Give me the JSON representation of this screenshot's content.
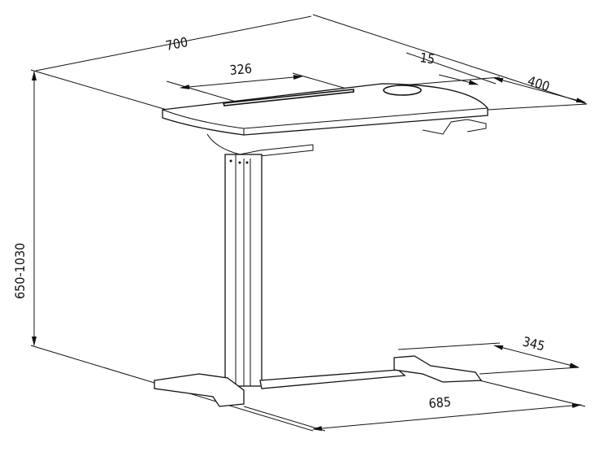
{
  "title": "Standing desk dimension drawing",
  "dimensions": {
    "width": "700",
    "cable_tray": "326",
    "edge": "15",
    "depth_top": "400",
    "height_range": "650-1030",
    "foot_depth": "345",
    "base_width": "685"
  },
  "colors": {
    "line": "#111111",
    "background": "#ffffff"
  }
}
